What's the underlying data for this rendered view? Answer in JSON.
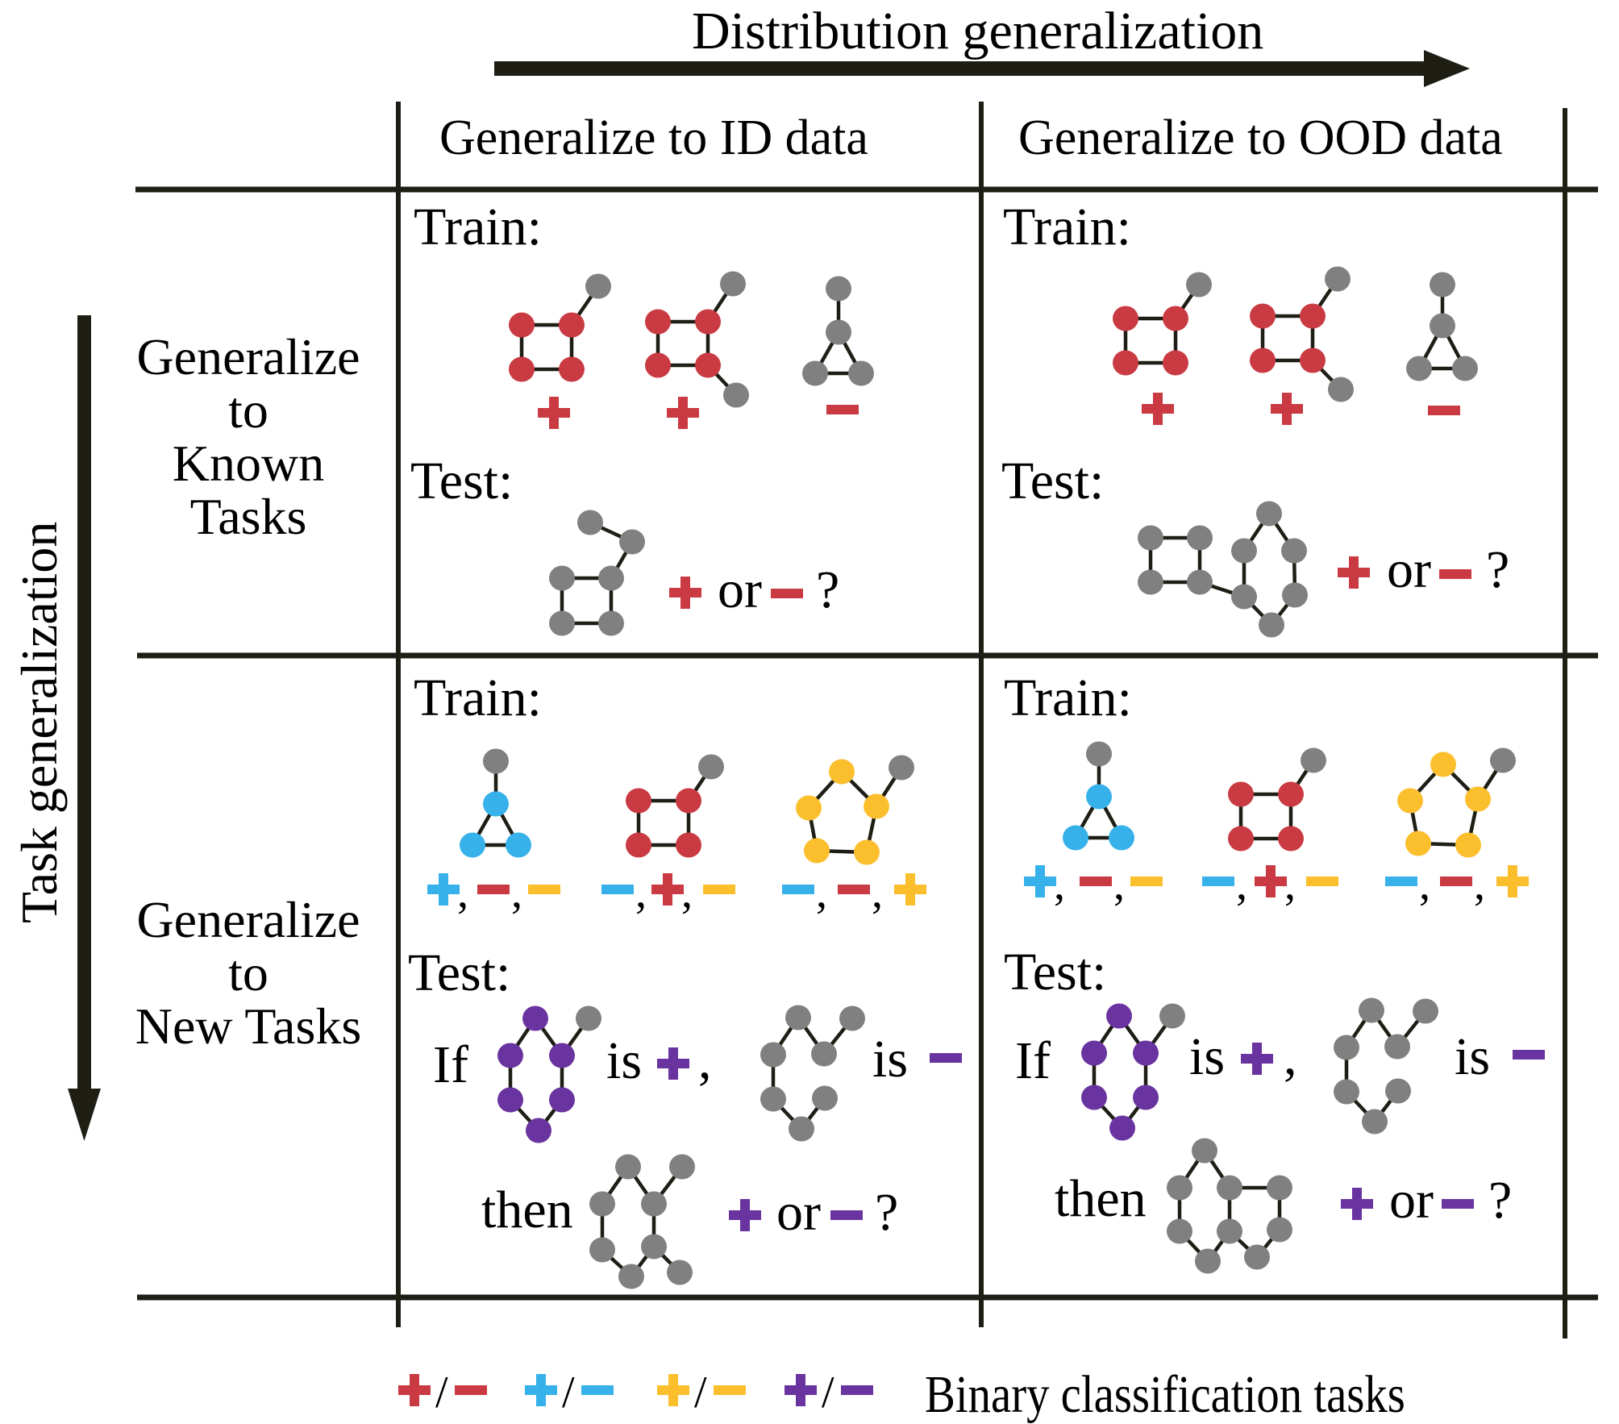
{
  "colors": {
    "line": "#1f1e15",
    "red": "#c93a42",
    "red_alt": "#c0464f",
    "blue": "#36b1ea",
    "yellow": "#fbbf2d",
    "purple": "#6a34a0",
    "gray": "#808080"
  },
  "axes": {
    "distribution_label": "Distribution generalization",
    "task_label": "Task generalization"
  },
  "columns": [
    {
      "label": "Generalize to ID data"
    },
    {
      "label": "Generalize to OOD data"
    }
  ],
  "rows": [
    {
      "label_lines": [
        "Generalize",
        "to",
        "Known Tasks"
      ]
    },
    {
      "label_lines": [
        "Generalize",
        "to",
        "New Tasks"
      ]
    }
  ],
  "cells": {
    "known_id": {
      "train_label": "Train:",
      "test_label": "Test:",
      "train_graphs": [
        {
          "shape": "square-with-pendant",
          "highlight": "red",
          "label": "+"
        },
        {
          "shape": "square-with-two-pendants",
          "highlight": "red",
          "label": "+"
        },
        {
          "shape": "triangle-with-pendant",
          "highlight": "gray",
          "label": "-"
        }
      ],
      "test_graph": {
        "shape": "square-with-path",
        "highlight": "gray"
      },
      "question": {
        "plus": "+",
        "or": "or",
        "minus": "-",
        "q": "?"
      }
    },
    "known_ood": {
      "train_label": "Train:",
      "test_label": "Test:",
      "train_graphs": [
        {
          "shape": "square-with-pendant",
          "highlight": "red",
          "label": "+"
        },
        {
          "shape": "square-with-two-pendants",
          "highlight": "red",
          "label": "+"
        },
        {
          "shape": "triangle-with-pendant",
          "highlight": "gray",
          "label": "-"
        }
      ],
      "test_graph": {
        "shape": "square-linked-hexagon",
        "highlight": "gray"
      },
      "question": {
        "plus": "+",
        "or": "or",
        "minus": "-",
        "q": "?"
      }
    },
    "new_id": {
      "train_label": "Train:",
      "test_label": "Test:",
      "train_graphs": [
        {
          "shape": "triangle-with-pendant",
          "highlight": "blue",
          "labels": [
            {
              "sign": "+",
              "color": "blue"
            },
            {
              "sign": "-",
              "color": "red"
            },
            {
              "sign": "-",
              "color": "yellow"
            }
          ]
        },
        {
          "shape": "square-with-pendant",
          "highlight": "red",
          "labels": [
            {
              "sign": "-",
              "color": "blue"
            },
            {
              "sign": "+",
              "color": "red"
            },
            {
              "sign": "-",
              "color": "yellow"
            }
          ]
        },
        {
          "shape": "pentagon-with-pendant",
          "highlight": "yellow",
          "labels": [
            {
              "sign": "-",
              "color": "blue"
            },
            {
              "sign": "-",
              "color": "red"
            },
            {
              "sign": "+",
              "color": "yellow"
            }
          ]
        }
      ],
      "if_word": "If",
      "is_word": "is",
      "then_word": "then",
      "example_pos": {
        "shape": "hexagon-with-pendant",
        "highlight": "purple",
        "label": "+"
      },
      "example_neg": {
        "shape": "broken-hexagon-with-pendant",
        "highlight": "gray",
        "label": "-"
      },
      "query": {
        "shape": "hexagon-with-two-pendants",
        "highlight": "gray"
      },
      "question": {
        "plus": "+",
        "or": "or",
        "minus": "-",
        "q": "?"
      }
    },
    "new_ood": {
      "train_label": "Train:",
      "test_label": "Test:",
      "train_graphs": [
        {
          "shape": "triangle-with-pendant",
          "highlight": "blue",
          "labels": [
            {
              "sign": "+",
              "color": "blue"
            },
            {
              "sign": "-",
              "color": "red"
            },
            {
              "sign": "-",
              "color": "yellow"
            }
          ]
        },
        {
          "shape": "square-with-pendant",
          "highlight": "red",
          "labels": [
            {
              "sign": "-",
              "color": "blue"
            },
            {
              "sign": "+",
              "color": "red"
            },
            {
              "sign": "-",
              "color": "yellow"
            }
          ]
        },
        {
          "shape": "pentagon-with-pendant",
          "highlight": "yellow",
          "labels": [
            {
              "sign": "-",
              "color": "blue"
            },
            {
              "sign": "-",
              "color": "red"
            },
            {
              "sign": "+",
              "color": "yellow"
            }
          ]
        }
      ],
      "if_word": "If",
      "is_word": "is",
      "then_word": "then",
      "example_pos": {
        "shape": "hexagon-with-pendant",
        "highlight": "purple",
        "label": "+"
      },
      "example_neg": {
        "shape": "broken-hexagon-with-pendant",
        "highlight": "gray",
        "label": "-"
      },
      "query": {
        "shape": "fused-hexagon-pentagon",
        "highlight": "gray"
      },
      "question": {
        "plus": "+",
        "or": "or",
        "minus": "-",
        "q": "?"
      }
    }
  },
  "legend": {
    "items": [
      {
        "color": "red",
        "text": "+/-"
      },
      {
        "color": "blue",
        "text": "+/-"
      },
      {
        "color": "yellow",
        "text": "+/-"
      },
      {
        "color": "purple",
        "text": "+/-"
      }
    ],
    "separator": "/",
    "label": "Binary classification tasks"
  }
}
